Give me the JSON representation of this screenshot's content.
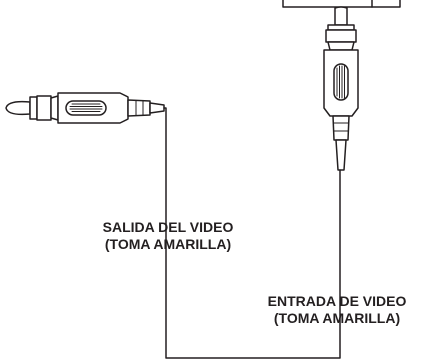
{
  "labels": {
    "output": {
      "line1": "SALIDA DEL VIDEO",
      "line2": "(TOMA AMARILLA)"
    },
    "input": {
      "line1": "ENTRADA DE VIDEO",
      "line2": "(TOMA AMARILLA)"
    }
  },
  "colors": {
    "stroke": "#231f20",
    "fill": "#ffffff"
  }
}
